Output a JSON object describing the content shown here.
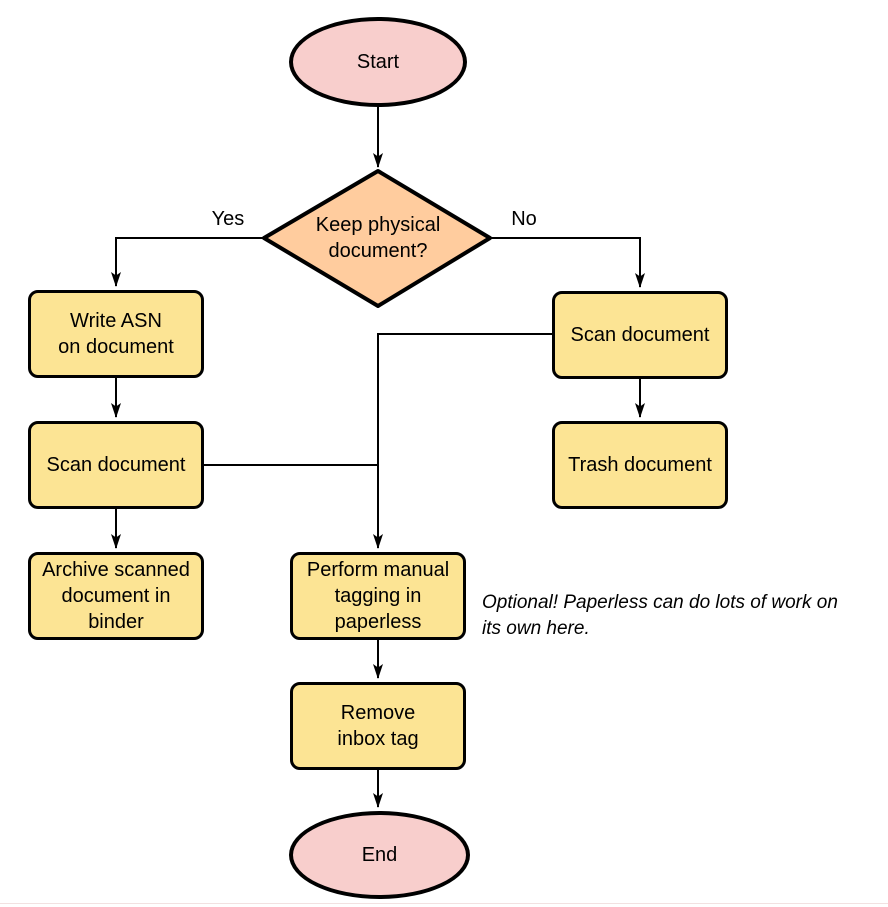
{
  "diagram": {
    "type": "flowchart",
    "colors": {
      "terminal_fill": "#f8cecc",
      "decision_fill": "#ffcc9e",
      "process_fill": "#fce494",
      "stroke": "#000000",
      "background": "#ffffff"
    },
    "nodes": {
      "start": "Start",
      "decision": "Keep physical\ndocument?",
      "write_asn": "Write ASN\non document",
      "scan_left": "Scan document",
      "archive": "Archive scanned\ndocument in\nbinder",
      "scan_right": "Scan document",
      "trash": "Trash document",
      "tagging": "Perform manual\ntagging in\npaperless",
      "remove_inbox": "Remove\ninbox tag",
      "end": "End"
    },
    "edge_labels": {
      "yes": "Yes",
      "no": "No"
    },
    "note": "Optional! Paperless can do lots of work on\nits own here."
  }
}
